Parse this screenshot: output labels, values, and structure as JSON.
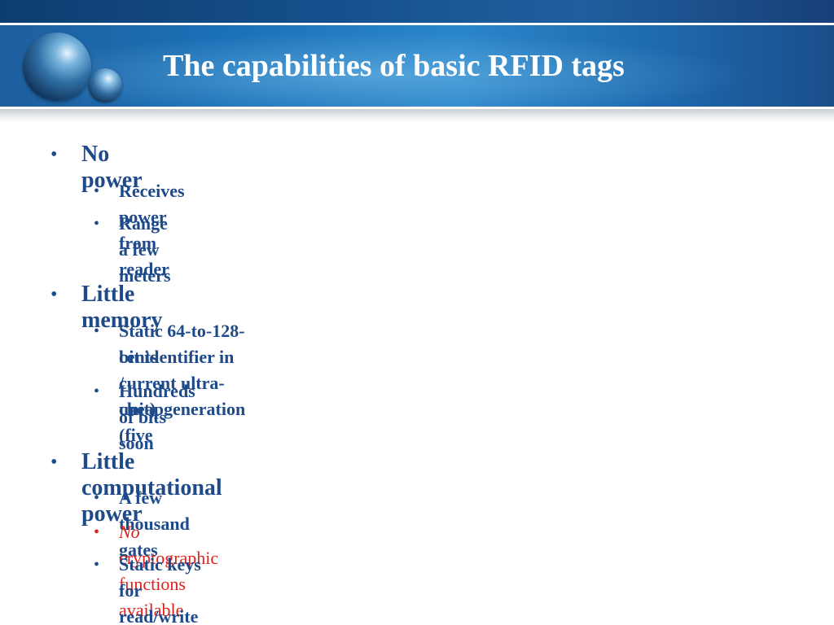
{
  "title": "The capabilities of basic RFID tags",
  "colors": {
    "heading_blue": "#1f4a8a",
    "highlight_red": "#e0201b",
    "banner_blue": "#1a6fb5"
  },
  "bullet_glyph": "•",
  "sections": [
    {
      "heading": "No power",
      "items": [
        "Receives power from reader",
        "Range a few meters"
      ]
    },
    {
      "heading": "Little memory",
      "items": [
        "Static 64-to-128-bit identifier in current ultra-cheapgeneration (five",
        "cents / unit)",
        "Hundreds of bits soon"
      ]
    },
    {
      "heading": "Little computational power",
      "items": [
        "A few thousand gates",
        "Static keys for read/write permission"
      ],
      "red_item": {
        "emphasis": "No",
        "rest": " cryptographic functions available"
      }
    }
  ]
}
